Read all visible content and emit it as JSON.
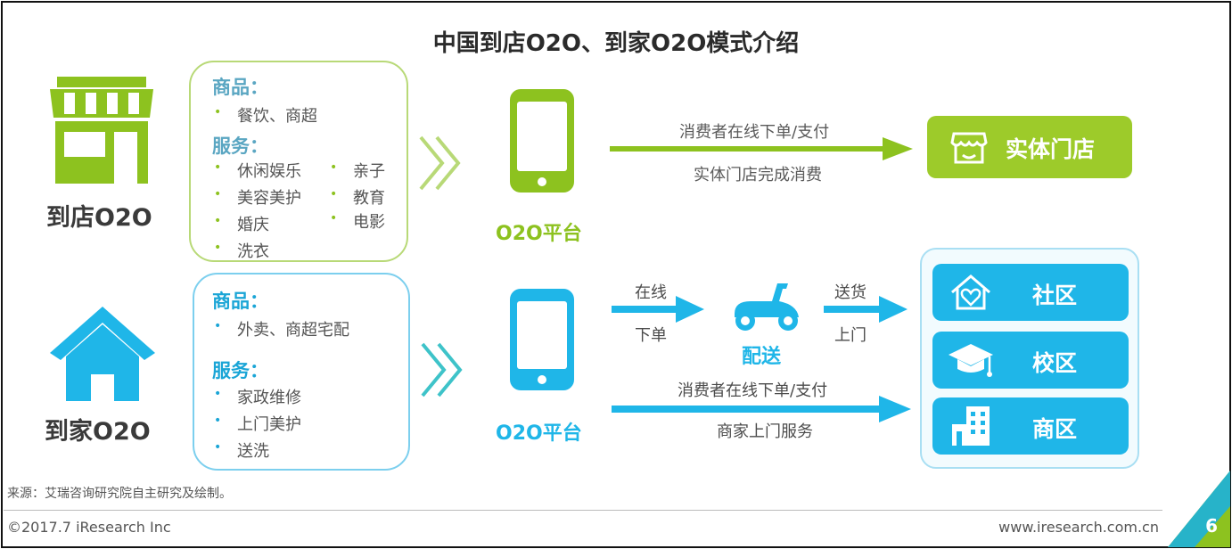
{
  "title": "中国到店O2O、到家O2O模式介绍",
  "colors": {
    "green": "#8dc21f",
    "blue": "#1fb6e8"
  },
  "top": {
    "label": "到店O2O",
    "icon": "storefront-icon",
    "goods_heading": "商品：",
    "goods_items": [
      "餐饮、商超"
    ],
    "services_heading": "服务：",
    "services_col1": [
      "休闲娱乐",
      "美容美护",
      "婚庆",
      "洗衣"
    ],
    "services_col2": [
      "亲子",
      "教育",
      "电影"
    ],
    "platform_label": "O2O平台",
    "flow_top": "消费者在线下单/支付",
    "flow_bottom": "实体门店完成消费",
    "destination": "实体门店",
    "destination_icon": "shop-awning-icon"
  },
  "bottom": {
    "label": "到家O2O",
    "icon": "house-icon",
    "goods_heading": "商品：",
    "goods_items": [
      "外卖、商超宅配"
    ],
    "services_heading": "服务：",
    "services_items": [
      "家政维修",
      "上门美护",
      "送洗"
    ],
    "platform_label": "O2O平台",
    "order_top": "在线",
    "order_bottom": "下单",
    "delivery_label": "配送",
    "delivery_icon": "scooter-icon",
    "send_top": "送货",
    "send_bottom": "上门",
    "flow_top": "消费者在线下单/支付",
    "flow_bottom": "商家上门服务",
    "destinations": [
      {
        "label": "社区",
        "icon": "home-heart-icon"
      },
      {
        "label": "校区",
        "icon": "graduation-cap-icon"
      },
      {
        "label": "商区",
        "icon": "office-building-icon"
      }
    ]
  },
  "footer": {
    "source": "来源：艾瑞咨询研究院自主研究及绘制。",
    "copyright": "©2017.7 iResearch Inc",
    "website": "www.iresearch.com.cn",
    "page": "6"
  }
}
